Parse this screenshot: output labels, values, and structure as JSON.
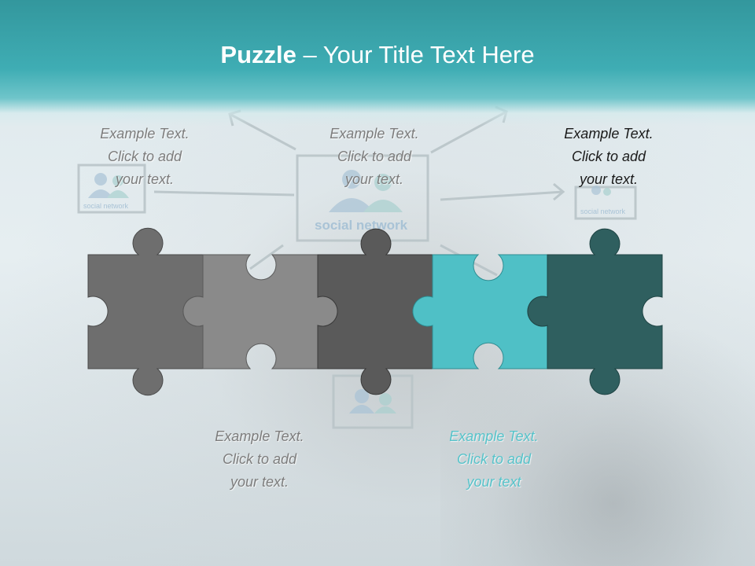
{
  "title": {
    "bold": "Puzzle",
    "rest": " – Your Title Text Here"
  },
  "background_labels": {
    "social_network": "social network"
  },
  "labels": [
    {
      "line1": "Example Text.",
      "line2": "Click  to add",
      "line3": "your text."
    },
    {
      "line1": "Example Text.",
      "line2": "Click  to add",
      "line3": "your text."
    },
    {
      "line1": "Example Text.",
      "line2": "Click  to add",
      "line3": "your text."
    },
    {
      "line1": "Example Text.",
      "line2": "Click  to add",
      "line3": "your text."
    },
    {
      "line1": "Example Text.",
      "line2": "Click  to add",
      "line3": "your text"
    }
  ],
  "colors": {
    "header": "#3aa7ad",
    "piece1": "#6e6e6e",
    "piece2": "#8a8a8a",
    "piece3": "#5a5a5a",
    "piece4": "#4fc0c6",
    "piece5": "#2f5f5f",
    "label_grey": "#7d7d7d",
    "label_black": "#1a1a1a",
    "label_teal": "#57c3ca"
  }
}
